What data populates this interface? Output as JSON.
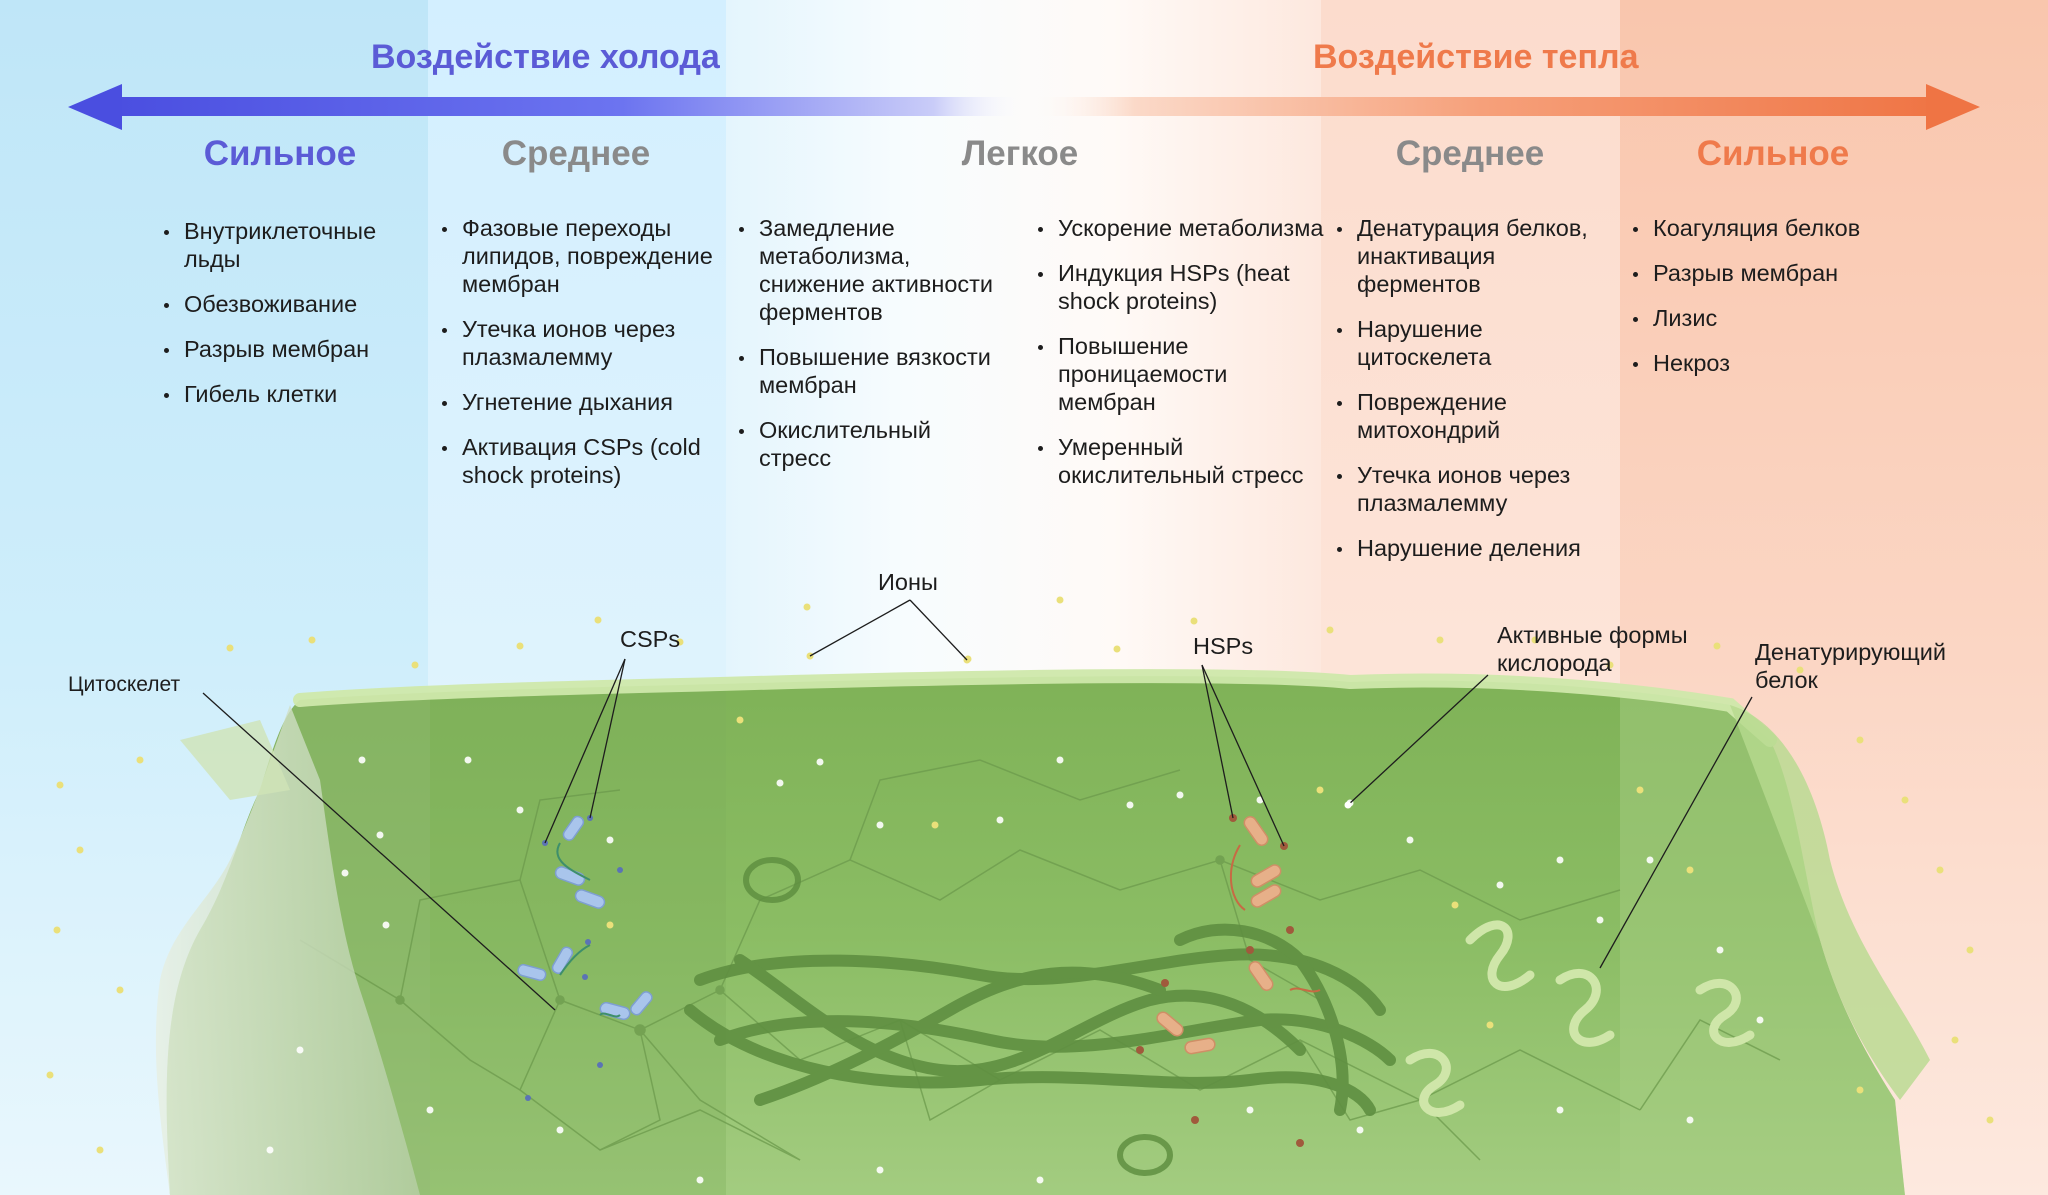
{
  "headings": {
    "cold": "Воздействие холода",
    "heat": "Воздействие тепла"
  },
  "colors": {
    "cold_accent": "#5b5bd6",
    "heat_accent": "#ef7a4b",
    "level_gray": "#8a8a8a",
    "cell_green": "#8fbf63",
    "membrane_green": "#c7e3a0",
    "ion_yellow": "#eae07a",
    "csp_blue": "#a9c5ec",
    "hsp_salmon": "#e7b089"
  },
  "levels": {
    "cold_strong": "Сильное",
    "cold_medium": "Среднее",
    "light": "Легкое",
    "heat_medium": "Среднее",
    "heat_strong": "Сильное"
  },
  "effects": {
    "cold_strong": [
      "Внутриклеточные льды",
      "Обезвоживание",
      "Разрыв мембран",
      "Гибель клетки"
    ],
    "cold_medium": [
      "Фазовые переходы липидов, повреждение мембран",
      "Утечка ионов через плазмалемму",
      "Угнетение дыхания",
      "Активация CSPs (cold shock proteins)"
    ],
    "light_cold": [
      "Замедление метаболизма, снижение активности ферментов",
      "Повышение вязкости мембран",
      "Окислительный стресс"
    ],
    "light_heat": [
      "Ускорение метаболизма",
      "Индукция HSPs (heat shock proteins)",
      "Повышение проницаемости мембран",
      "Умеренный окислительный стресс"
    ],
    "heat_medium": [
      "Денатурация белков, инактивация ферментов",
      "Нарушение цитоскелета",
      "Повреждение митохондрий",
      "Утечка ионов через плазмалемму",
      "Нарушение деления"
    ],
    "heat_strong": [
      "Коагуляция белков",
      "Разрыв мембран",
      "Лизис",
      "Некроз"
    ]
  },
  "callouts": {
    "cytoskeleton": "Цитоскелет",
    "csps": "CSPs",
    "ions": "Ионы",
    "hsps": "HSPs",
    "ros_line1": "Активные формы",
    "ros_line2": "кислорода",
    "denatured_line1": "Денатурирующий",
    "denatured_line2": "белок"
  }
}
